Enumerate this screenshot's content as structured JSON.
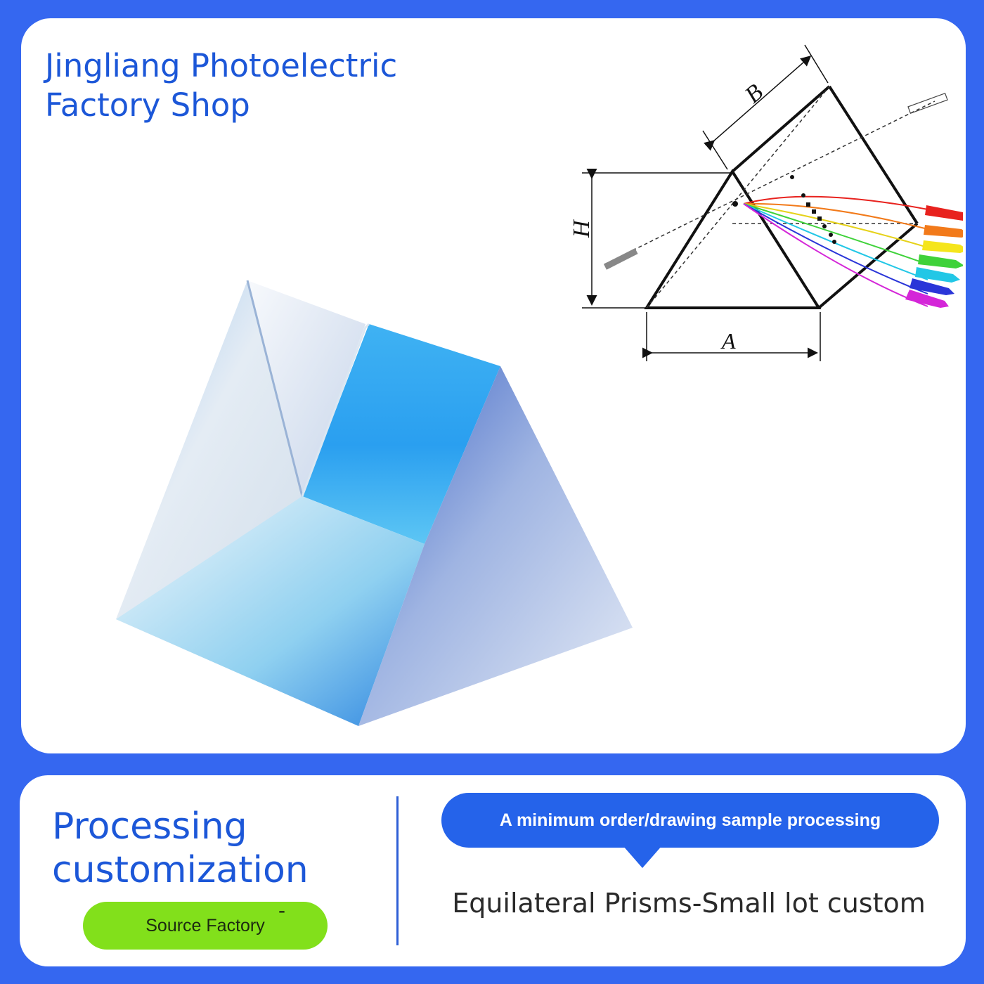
{
  "header": {
    "title_line1": "Jingliang Photoelectric",
    "title_line2": "Factory Shop"
  },
  "diagram": {
    "label_b": "B",
    "label_h": "H",
    "label_a": "A",
    "ray_colors": [
      "#e8221e",
      "#f27a1a",
      "#f5e51c",
      "#3fd23a",
      "#22c7e6",
      "#2a35d8",
      "#d426d8"
    ]
  },
  "footer": {
    "heading_line1": "Processing",
    "heading_line2": "customization",
    "source_label": "Source Factory",
    "source_mark": "-",
    "bubble_text": "A minimum order/drawing sample processing",
    "product_line": "Equilateral Prisms-Small lot custom"
  },
  "colors": {
    "background": "#3567f0",
    "title_blue": "#1c57d8",
    "pill_green": "#82e01b",
    "bubble_blue": "#2563ea"
  }
}
